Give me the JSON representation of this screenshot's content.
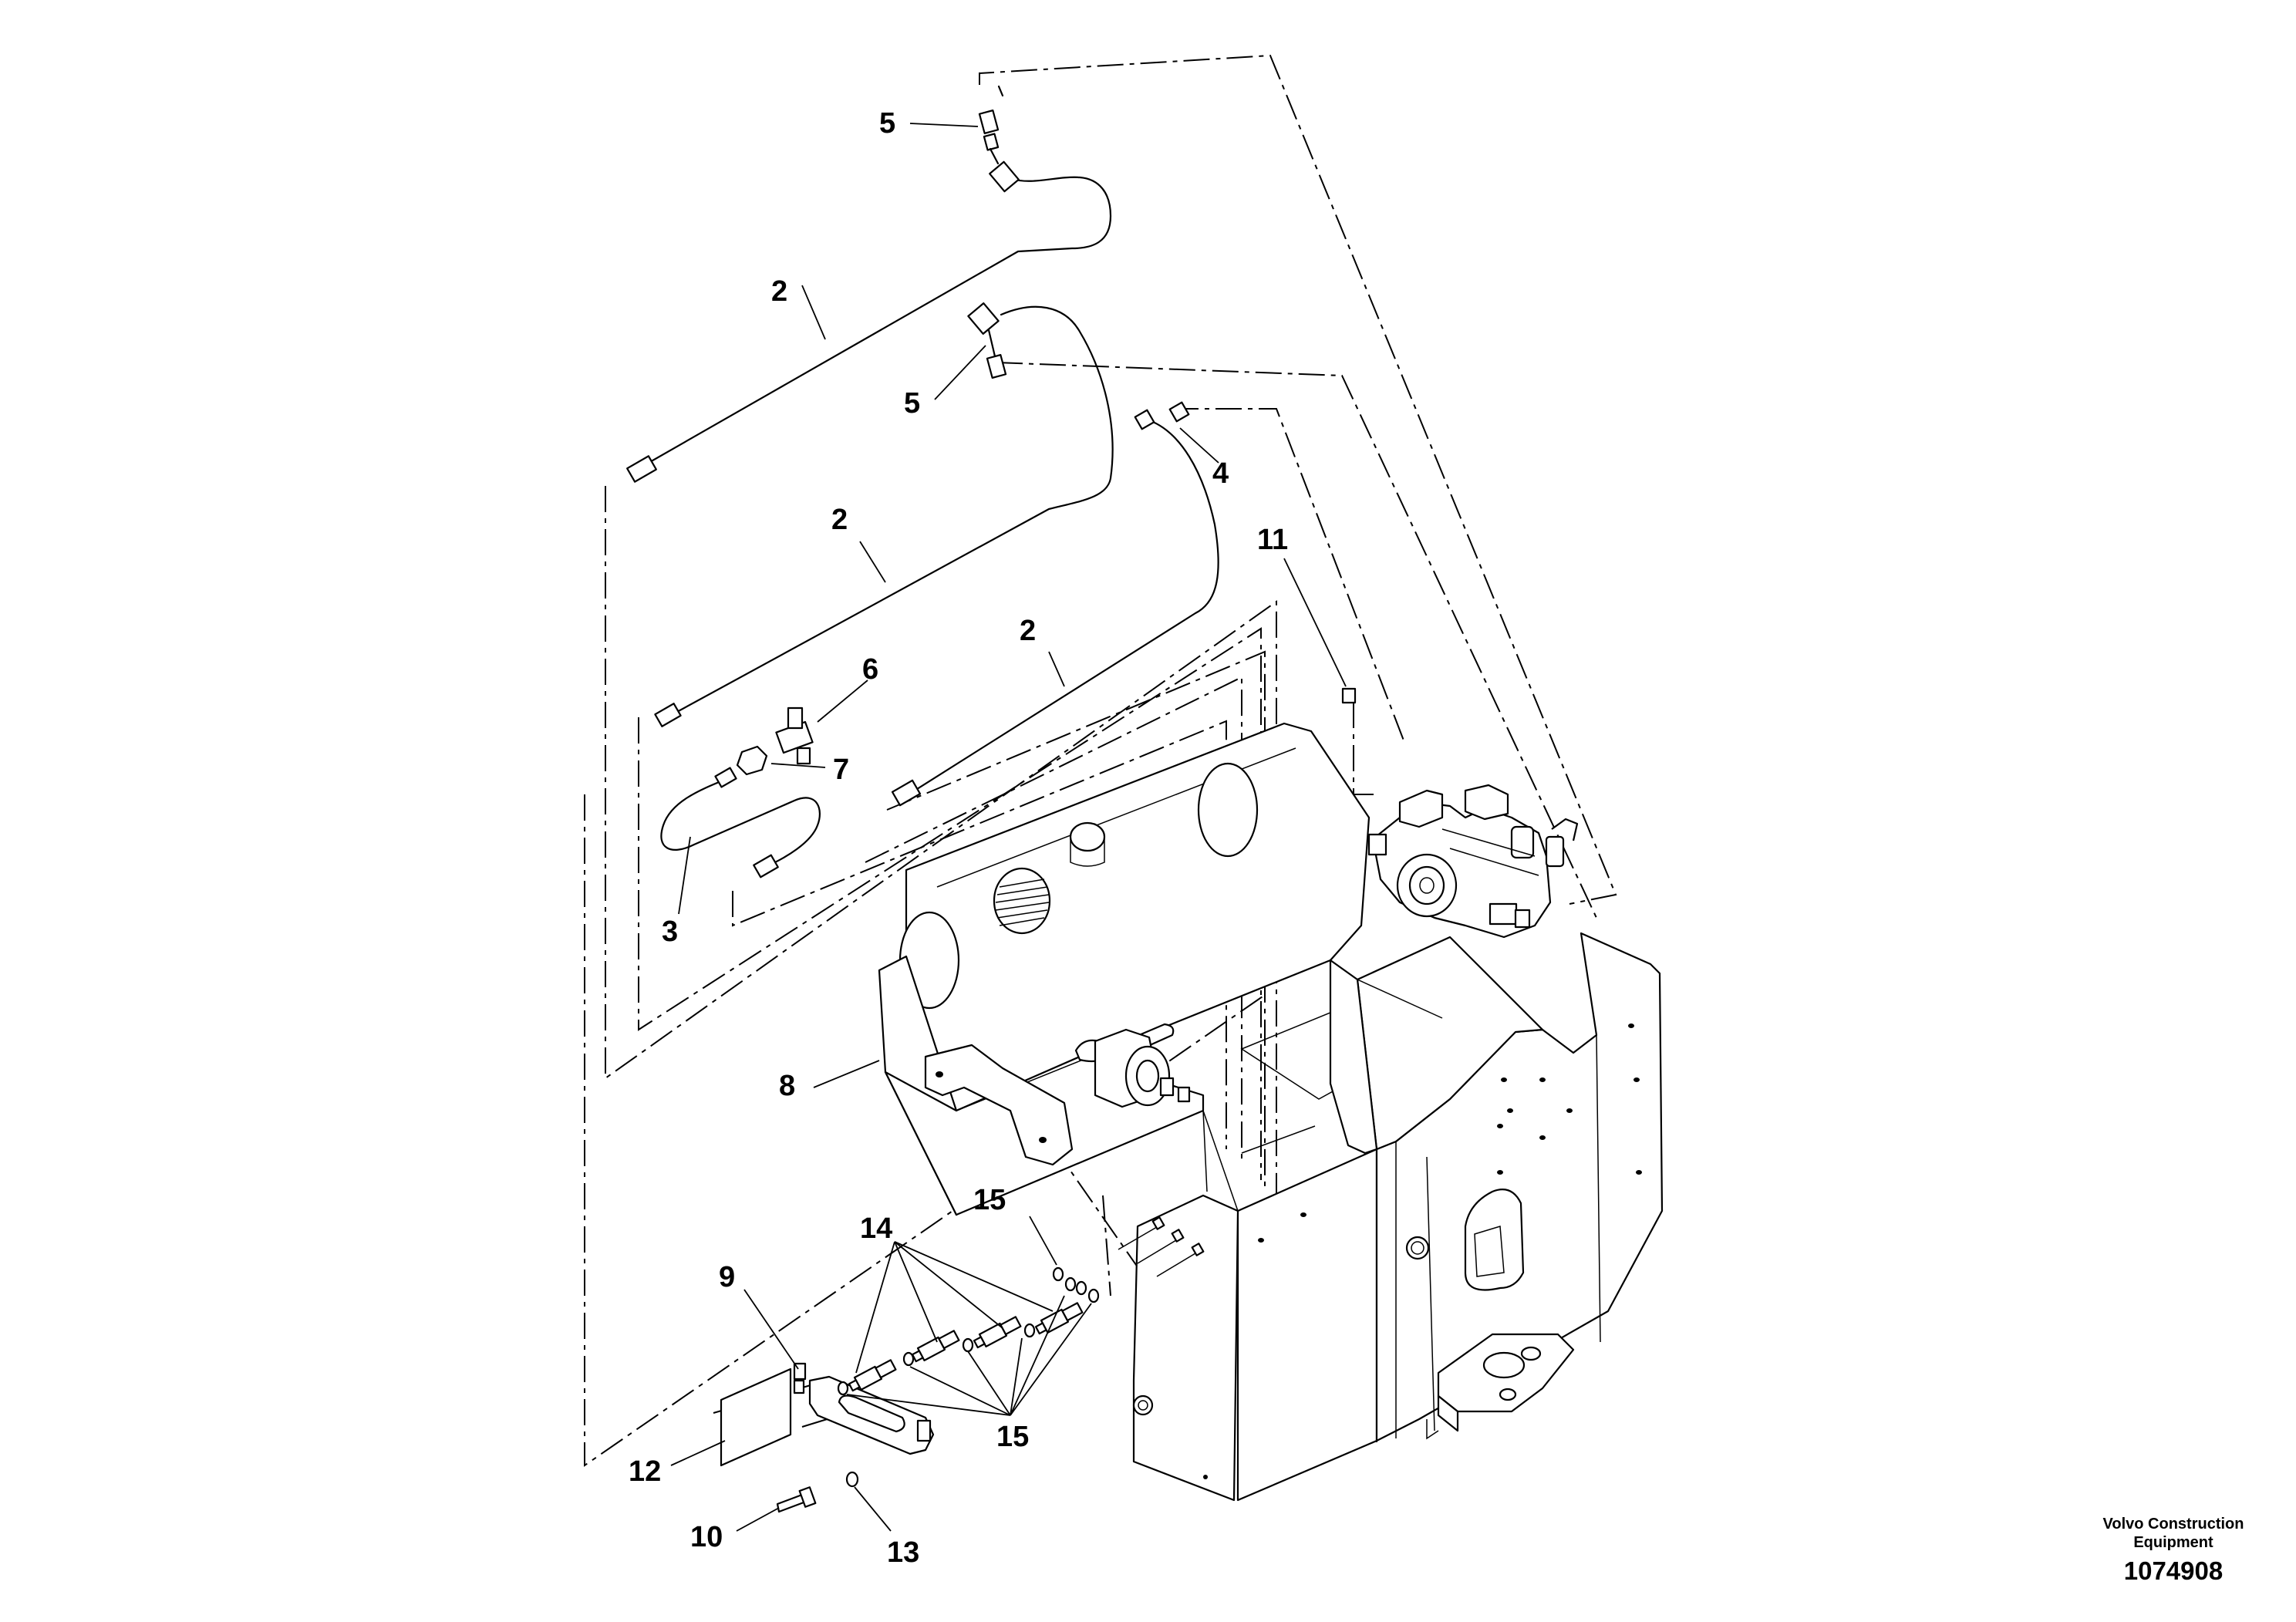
{
  "labels": {
    "l5a": "5",
    "l2a": "2",
    "l5b": "5",
    "l4": "4",
    "l2b": "2",
    "l11": "11",
    "l2c": "2",
    "l6": "6",
    "l7": "7",
    "l3": "3",
    "l8": "8",
    "l15a": "15",
    "l14": "14",
    "l9": "9",
    "l15b": "15",
    "l12": "12",
    "l10": "10",
    "l13": "13"
  },
  "footer": {
    "brand_line1": "Volvo Construction",
    "brand_line2": "Equipment",
    "drawing_number": "1074908"
  }
}
